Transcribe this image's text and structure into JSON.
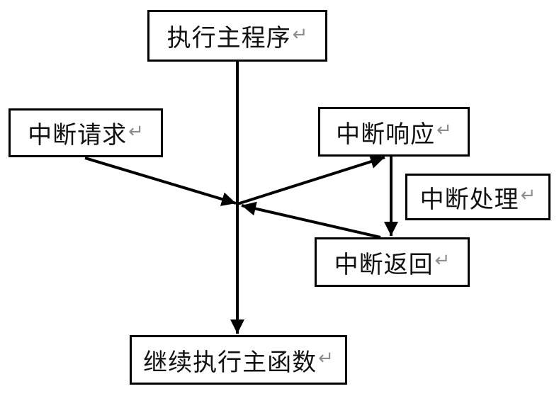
{
  "diagram": {
    "type": "flow-diagram",
    "background_color": "#ffffff",
    "line_color": "#000000",
    "text_color": "#111111",
    "return_mark": {
      "glyph": "↵",
      "color": "#8c8c8c"
    },
    "nodes": [
      {
        "id": "execute-main-program",
        "label": "执行主程序"
      },
      {
        "id": "interrupt-request",
        "label": "中断请求"
      },
      {
        "id": "interrupt-response",
        "label": "中断响应"
      },
      {
        "id": "interrupt-handling",
        "label": "中断处理"
      },
      {
        "id": "interrupt-return",
        "label": "中断返回"
      },
      {
        "id": "continue-main-function",
        "label": "继续执行主函数"
      }
    ],
    "edges": [
      {
        "from": "execute-main-program",
        "to": "continue-main-function",
        "style": "vertical-arrow"
      },
      {
        "from": "interrupt-request",
        "to": "main-flow-junction",
        "style": "diagonal-arrow"
      },
      {
        "from": "main-flow-junction",
        "to": "interrupt-response",
        "style": "diagonal-arrow"
      },
      {
        "from": "interrupt-response",
        "to": "interrupt-return",
        "style": "vertical-arrow"
      },
      {
        "from": "interrupt-return",
        "to": "main-flow-junction",
        "style": "diagonal-arrow"
      }
    ]
  }
}
